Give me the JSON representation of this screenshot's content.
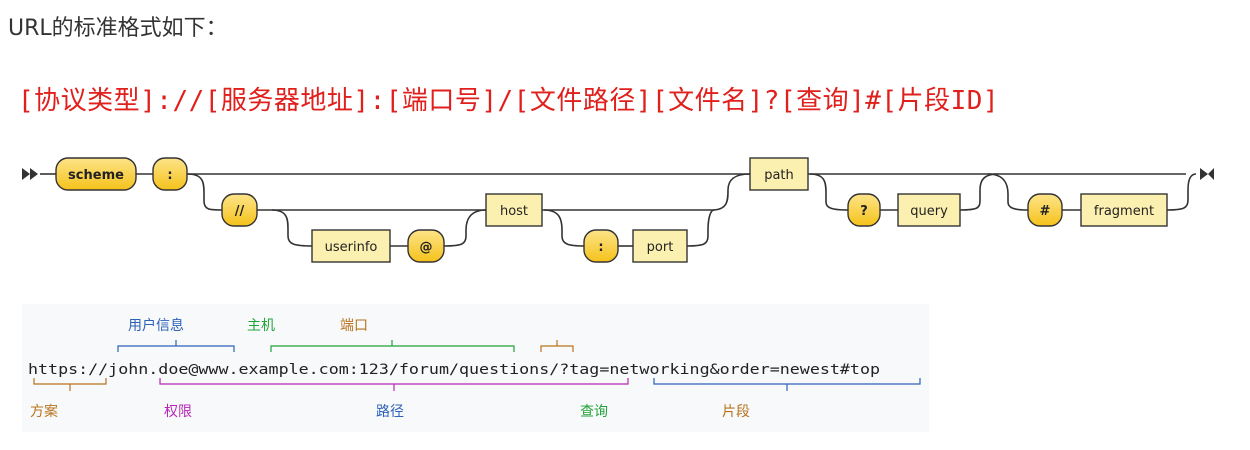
{
  "intro_text": "URL的标准格式如下：",
  "format_line": "[协议类型]://[服务器地址]:[端口号]/[文件路径][文件名]?[查询]#[片段ID]",
  "syntax_diagram": {
    "terminals": {
      "scheme": "scheme",
      "colon": ":",
      "slashes": "//",
      "at": "@",
      "port_colon": ":",
      "question": "?",
      "hash": "#"
    },
    "nonterminals": {
      "userinfo": "userinfo",
      "host": "host",
      "port": "port",
      "path": "path",
      "query": "query",
      "fragment": "fragment"
    }
  },
  "uri_example": {
    "url": "https://john.doe@www.example.com:123/forum/questions/?tag=networking&order=newest#top",
    "labels": {
      "userinfo": "用户信息",
      "host": "主机",
      "port": "端口",
      "scheme": "方案",
      "authority": "权限",
      "path": "路径",
      "query": "查询",
      "fragment": "片段"
    },
    "colors": {
      "scheme": "#b8731e",
      "userinfo": "#2d62b8",
      "host": "#23a23a",
      "port": "#b8731e",
      "authority": "#b528b5",
      "path": "#2d62b8",
      "query": "#23a23a",
      "fragment": "#b8731e"
    }
  }
}
